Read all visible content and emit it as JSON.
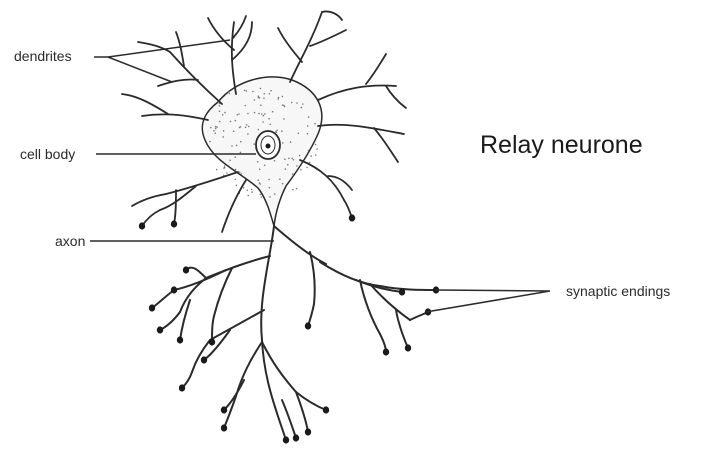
{
  "diagram": {
    "title": "Relay neurone",
    "labels": {
      "dendrites": "dendrites",
      "cell_body": "cell body",
      "axon": "axon",
      "synaptic_endings": "synaptic endings"
    },
    "colors": {
      "ink": "#2b2b2b",
      "background": "#ffffff",
      "stipple": "#7a7a7a"
    }
  }
}
